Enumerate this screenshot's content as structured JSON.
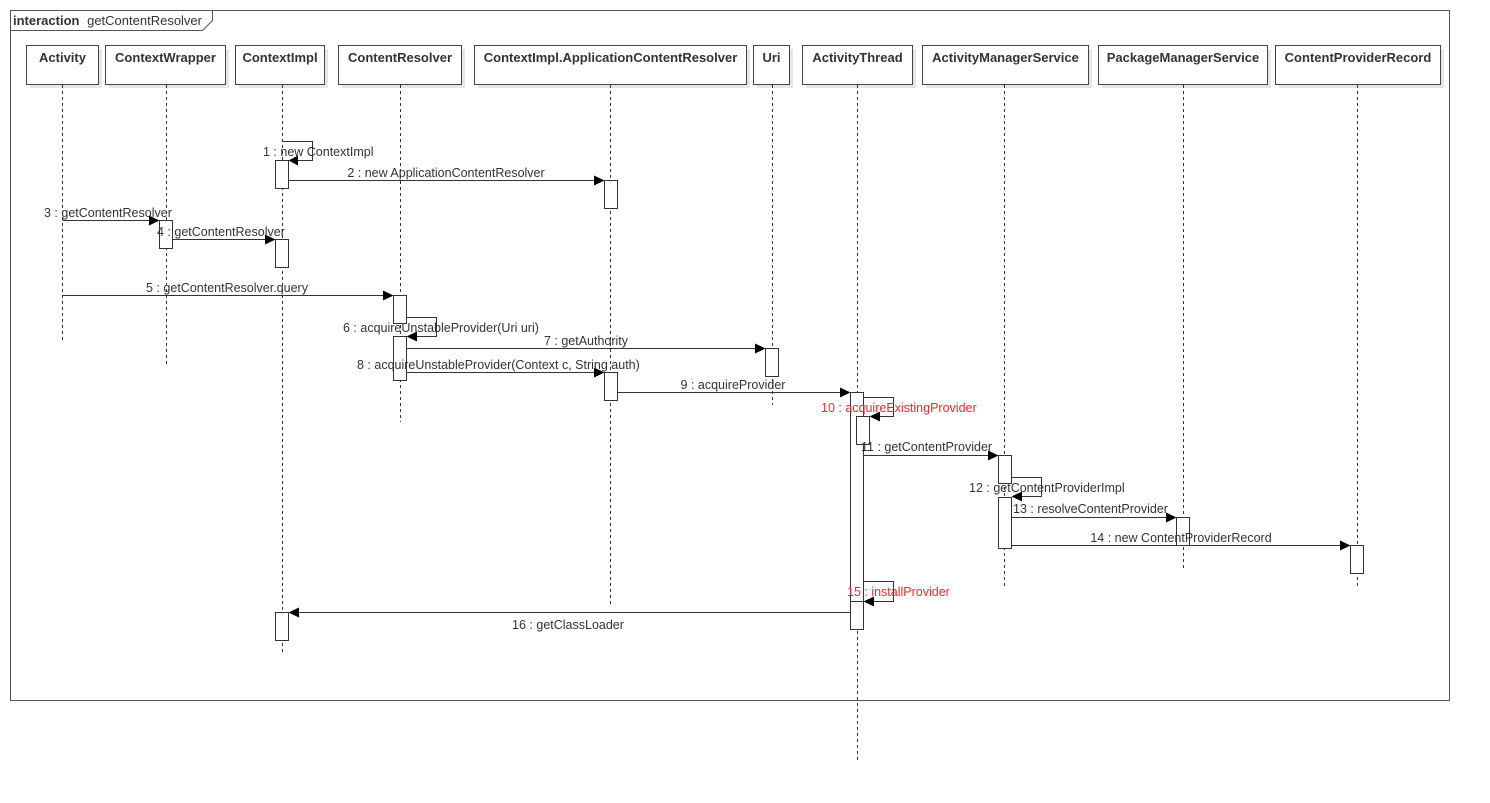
{
  "frame": {
    "keyword": "interaction",
    "name": "getContentResolver"
  },
  "colors": {
    "text": "#333333",
    "highlight": "#e03030",
    "line": "#333333"
  },
  "participants": [
    {
      "id": "activity",
      "label": "Activity"
    },
    {
      "id": "contextwrapper",
      "label": "ContextWrapper"
    },
    {
      "id": "contextimpl",
      "label": "ContextImpl"
    },
    {
      "id": "contentresolver",
      "label": "ContentResolver"
    },
    {
      "id": "appcontentresolver",
      "label": "ContextImpl.ApplicationContentResolver"
    },
    {
      "id": "uri",
      "label": "Uri"
    },
    {
      "id": "activitythread",
      "label": "ActivityThread"
    },
    {
      "id": "ams",
      "label": "ActivityManagerService"
    },
    {
      "id": "pms",
      "label": "PackageManagerService"
    },
    {
      "id": "cpr",
      "label": "ContentProviderRecord"
    }
  ],
  "messages": [
    {
      "num": "1",
      "label": "1 : new ContextImpl",
      "from": "contextimpl",
      "to": "contextimpl",
      "self": true,
      "highlight": false
    },
    {
      "num": "2",
      "label": "2 : new ApplicationContentResolver",
      "from": "contextimpl",
      "to": "appcontentresolver",
      "self": false,
      "highlight": false
    },
    {
      "num": "3",
      "label": "3 : getContentResolver",
      "from": "activity",
      "to": "contextwrapper",
      "self": false,
      "highlight": false
    },
    {
      "num": "4",
      "label": "4 : getContentResolver",
      "from": "contextwrapper",
      "to": "contextimpl",
      "self": false,
      "highlight": false
    },
    {
      "num": "5",
      "label": "5 : getContentResolver.query",
      "from": "activity",
      "to": "contentresolver",
      "self": false,
      "highlight": false
    },
    {
      "num": "6",
      "label": "6 : acquireUnstableProvider(Uri uri)",
      "from": "contentresolver",
      "to": "contentresolver",
      "self": true,
      "highlight": false
    },
    {
      "num": "7",
      "label": "7 : getAuthority",
      "from": "contentresolver",
      "to": "uri",
      "self": false,
      "highlight": false
    },
    {
      "num": "8",
      "label": "8 : acquireUnstableProvider(Context c, String auth)",
      "from": "contentresolver",
      "to": "appcontentresolver",
      "self": false,
      "highlight": false
    },
    {
      "num": "9",
      "label": "9 : acquireProvider",
      "from": "appcontentresolver",
      "to": "activitythread",
      "self": false,
      "highlight": false
    },
    {
      "num": "10",
      "label": "10 : acquireExistingProvider",
      "from": "activitythread",
      "to": "activitythread",
      "self": true,
      "highlight": true
    },
    {
      "num": "11",
      "label": "11 : getContentProvider",
      "from": "activitythread",
      "to": "ams",
      "self": false,
      "highlight": false
    },
    {
      "num": "12",
      "label": "12 : getContentProviderImpl",
      "from": "ams",
      "to": "ams",
      "self": true,
      "highlight": false
    },
    {
      "num": "13",
      "label": "13 : resolveContentProvider",
      "from": "ams",
      "to": "pms",
      "self": false,
      "highlight": false
    },
    {
      "num": "14",
      "label": "14 : new ContentProviderRecord",
      "from": "ams",
      "to": "cpr",
      "self": false,
      "highlight": false
    },
    {
      "num": "15",
      "label": "15 : installProvider",
      "from": "activitythread",
      "to": "activitythread",
      "self": true,
      "highlight": true
    },
    {
      "num": "16",
      "label": "16 : getClassLoader",
      "from": "activitythread",
      "to": "contextimpl",
      "self": false,
      "highlight": false
    }
  ]
}
